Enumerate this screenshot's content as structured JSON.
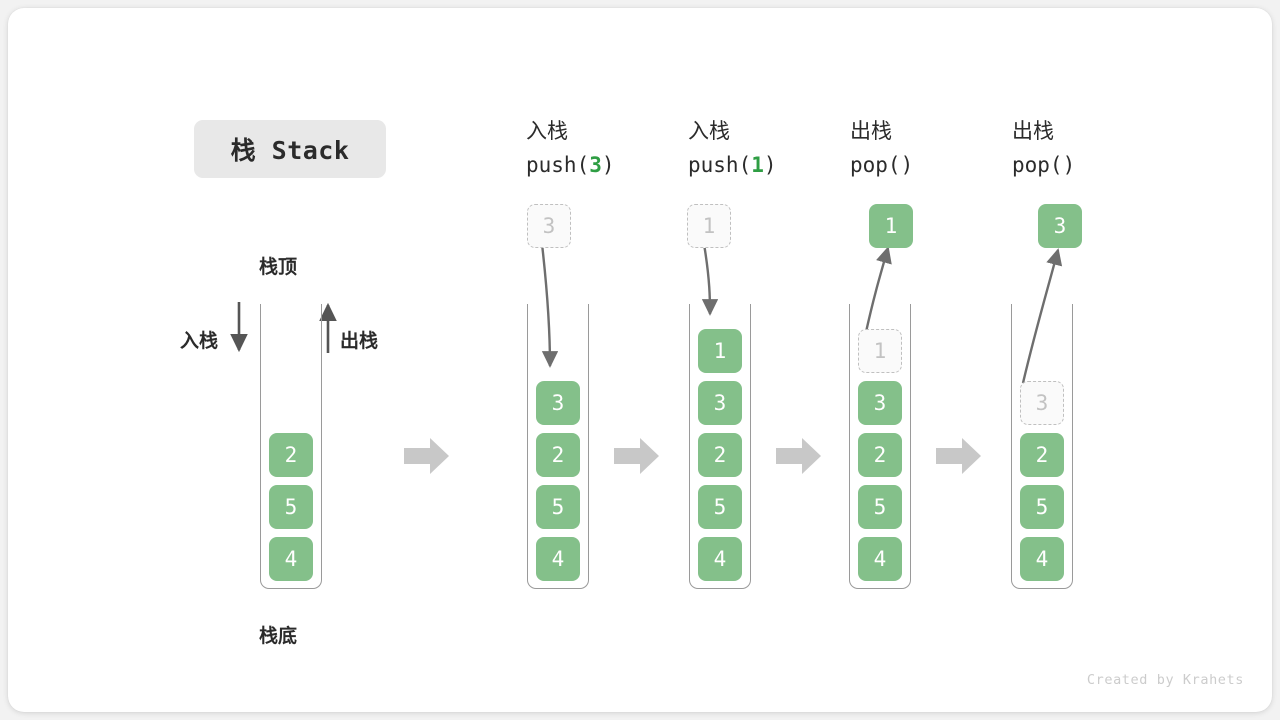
{
  "title": {
    "text": "栈 Stack"
  },
  "labels": {
    "top": "栈顶",
    "bottom": "栈底",
    "push_side": "入栈",
    "pop_side": "出栈"
  },
  "accent": {
    "box_green": "#84c08a",
    "code_green": "#2f9e44",
    "ghost_gray": "#c2c2c2",
    "arrow_gray": "#6e6e6e",
    "block_arrow_gray": "#c8c8c8",
    "chip_gray": "#e8e8e8"
  },
  "stages": [
    {
      "id": "initial",
      "head_cn": "",
      "head_code_prefix": "",
      "head_code_num": "",
      "head_code_suffix": "",
      "cells": [
        "2",
        "5",
        "4"
      ],
      "float_value": "",
      "ghost_value": ""
    },
    {
      "id": "push-3",
      "head_cn": "入栈",
      "head_code_prefix": "push(",
      "head_code_num": "3",
      "head_code_suffix": ")",
      "cells": [
        "3",
        "2",
        "5",
        "4"
      ],
      "float_value": "3",
      "float_kind": "ghost",
      "ghost_value": ""
    },
    {
      "id": "push-1",
      "head_cn": "入栈",
      "head_code_prefix": "push(",
      "head_code_num": "1",
      "head_code_suffix": ")",
      "cells": [
        "1",
        "3",
        "2",
        "5",
        "4"
      ],
      "float_value": "1",
      "float_kind": "ghost",
      "ghost_value": ""
    },
    {
      "id": "pop-1",
      "head_cn": "出栈",
      "head_code_prefix": "pop(",
      "head_code_num": "",
      "head_code_suffix": ")",
      "cells": [
        "3",
        "2",
        "5",
        "4"
      ],
      "float_value": "1",
      "float_kind": "solid",
      "ghost_value": "1"
    },
    {
      "id": "pop-3",
      "head_cn": "出栈",
      "head_code_prefix": "pop(",
      "head_code_num": "",
      "head_code_suffix": ")",
      "cells": [
        "2",
        "5",
        "4"
      ],
      "float_value": "3",
      "float_kind": "solid",
      "ghost_value": "3"
    }
  ],
  "credit": "Created by Krahets"
}
